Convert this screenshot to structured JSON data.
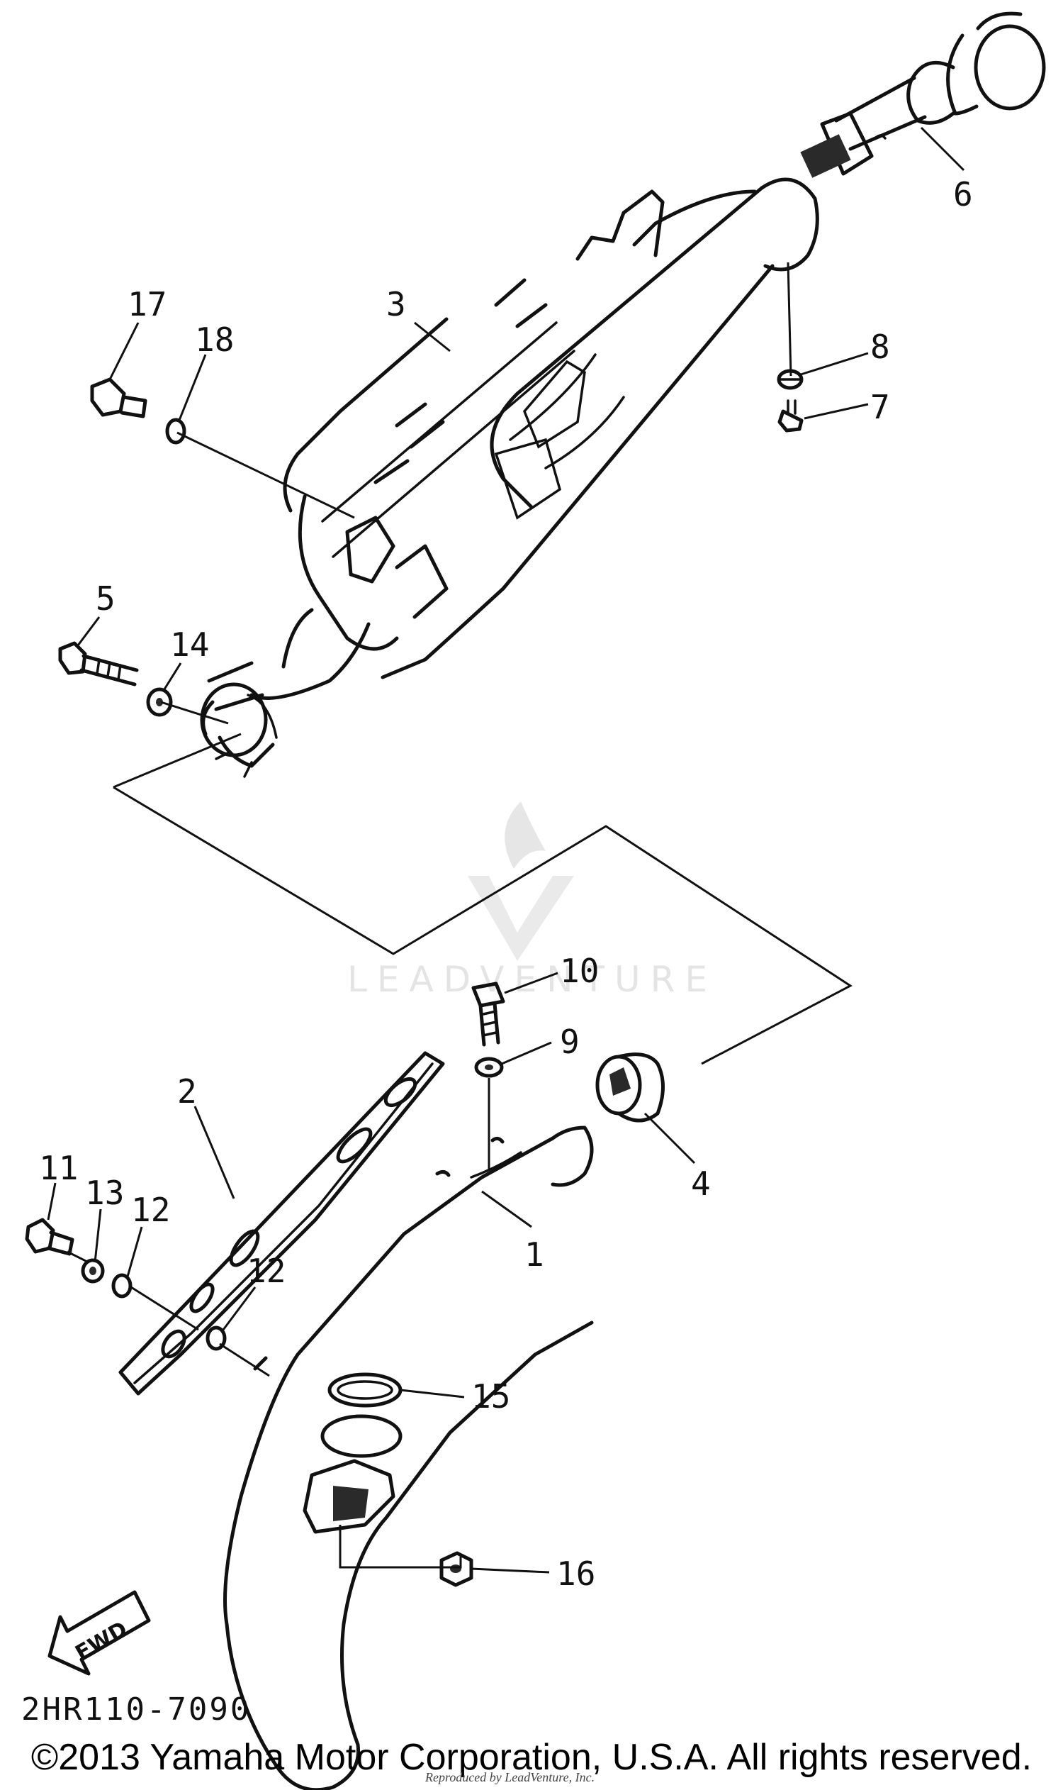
{
  "diagram": {
    "drawing_number": "2HR110-7090",
    "copyright": "©2013 Yamaha Motor Corporation, U.S.A. All rights reserved.",
    "reproduced_by": "Reproduced by LeadVenture, Inc.",
    "watermark": "LEADVENTURE",
    "direction_label": "FWD",
    "callouts": [
      "1",
      "2",
      "3",
      "4",
      "5",
      "6",
      "7",
      "8",
      "9",
      "10",
      "11",
      "12",
      "12",
      "13",
      "14",
      "15",
      "16",
      "17",
      "18"
    ]
  }
}
